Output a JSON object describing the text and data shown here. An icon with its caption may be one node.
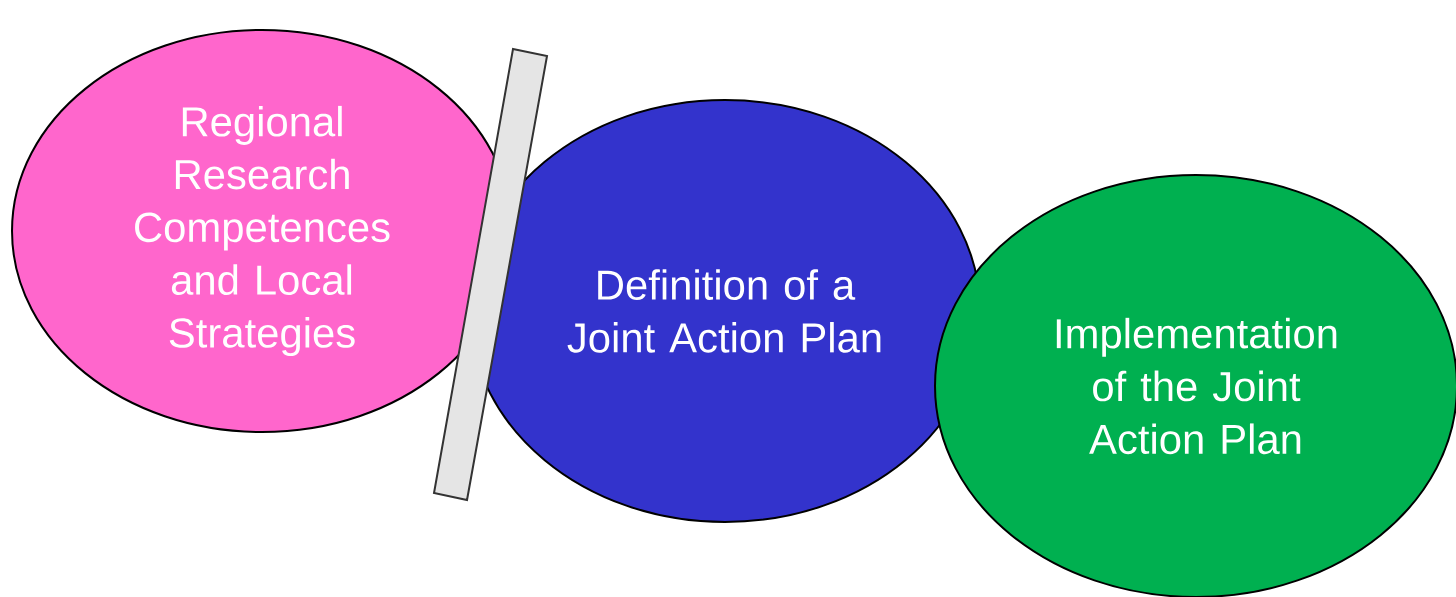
{
  "diagram": {
    "nodes": [
      {
        "text": [
          "Regional Research Competences and Local Strategies"
        ]
      },
      {
        "text": [],
        "shape": "bar"
      },
      {
        "text": [
          "Definition of a Joint Action Plan"
        ]
      },
      {
        "text": [
          "Implementation of the Joint Action Plan"
        ]
      }
    ]
  }
}
